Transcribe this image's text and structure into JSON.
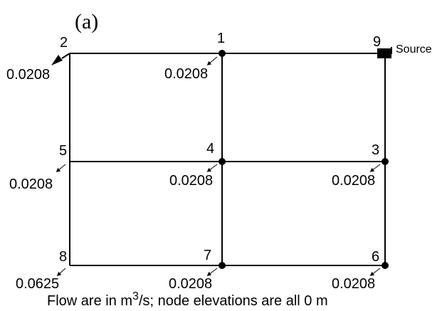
{
  "panel_label": "(a)",
  "source_label": "Source",
  "caption": "Flow are in m³/s; node elevations are all 0 m",
  "caption_parts": {
    "before": "Flow are in m",
    "superscript": "3",
    "after": "/s; node elevations are all 0 m"
  },
  "nodes": [
    {
      "id": "2",
      "demand": "0.0208"
    },
    {
      "id": "1",
      "demand": "0.0208"
    },
    {
      "id": "9",
      "demand": ""
    },
    {
      "id": "5",
      "demand": "0.0208"
    },
    {
      "id": "4",
      "demand": "0.0208"
    },
    {
      "id": "3",
      "demand": "0.0208"
    },
    {
      "id": "8",
      "demand": "0.0625"
    },
    {
      "id": "7",
      "demand": "0.0208"
    },
    {
      "id": "6",
      "demand": "0.0208"
    }
  ],
  "pipes": [
    [
      "2",
      "1"
    ],
    [
      "1",
      "9"
    ],
    [
      "5",
      "4"
    ],
    [
      "4",
      "3"
    ],
    [
      "8",
      "7"
    ],
    [
      "7",
      "6"
    ],
    [
      "2",
      "5"
    ],
    [
      "5",
      "8"
    ],
    [
      "1",
      "4"
    ],
    [
      "4",
      "7"
    ],
    [
      "9",
      "3"
    ],
    [
      "3",
      "6"
    ]
  ]
}
